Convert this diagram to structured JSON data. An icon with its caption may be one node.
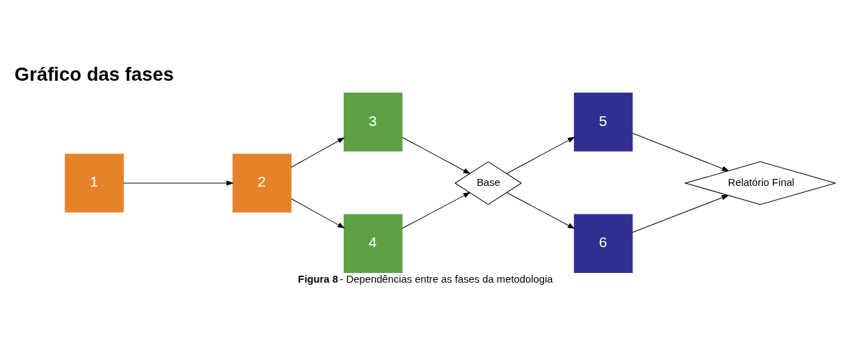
{
  "diagram": {
    "title": "Gráfico das fases",
    "caption": "**Figura 8** - Dependências entre as fases da metodologia",
    "nodes": [
      {
        "text": [
          "1"
        ]
      },
      {
        "text": [
          "2"
        ]
      },
      {
        "text": [
          "3"
        ]
      },
      {
        "text": [
          "4"
        ]
      },
      {
        "text": [
          "Base"
        ]
      },
      {
        "text": [
          "5"
        ]
      },
      {
        "text": [
          "6"
        ]
      },
      {
        "text": [
          "Relatório Final"
        ]
      }
    ],
    "edges": [
      {
        "from": 0,
        "to": 1,
        "arrow": "to"
      },
      {
        "from": 1,
        "to": 2,
        "arrow": "to"
      },
      {
        "from": 1,
        "to": 3,
        "arrow": "to"
      },
      {
        "from": 2,
        "to": 4,
        "arrow": "to"
      },
      {
        "from": 3,
        "to": 4,
        "arrow": "to"
      },
      {
        "from": 4,
        "to": 5,
        "arrow": "to"
      },
      {
        "from": 4,
        "to": 6,
        "arrow": "to"
      },
      {
        "from": 5,
        "to": 7,
        "arrow": "to"
      },
      {
        "from": 6,
        "to": 7,
        "arrow": "to"
      }
    ]
  }
}
